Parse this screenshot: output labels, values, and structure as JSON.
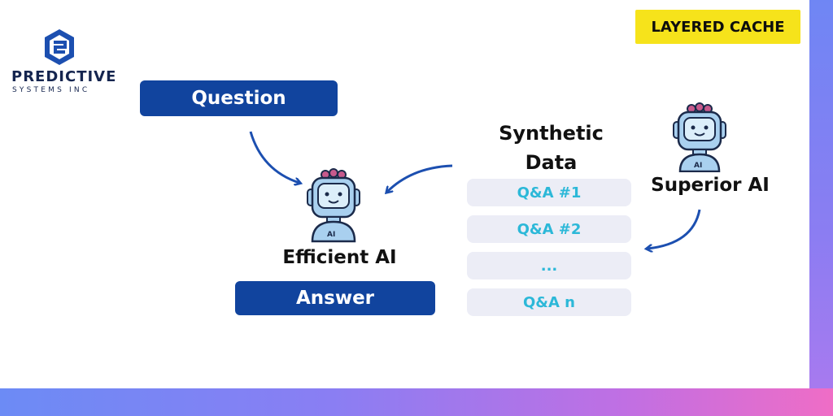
{
  "logo": {
    "name": "PREDICTIVE",
    "subtitle": "SYSTEMS INC"
  },
  "tag": {
    "label": "LAYERED CACHE"
  },
  "question": {
    "label": "Question"
  },
  "answer": {
    "label": "Answer"
  },
  "efficient_ai": {
    "label": "Efficient AI",
    "badge": "AI"
  },
  "superior_ai": {
    "label": "Superior AI",
    "badge": "AI"
  },
  "synthetic_data": {
    "title": "Synthetic Data",
    "items": [
      "Q&A #1",
      "Q&A #2",
      "...",
      "Q&A n"
    ]
  },
  "colors": {
    "button_blue": "#11449e",
    "tag_yellow": "#f6e31b",
    "qa_text": "#2cb8d8",
    "qa_bg": "#ecedf6",
    "robot_blue": "#a9d0ef",
    "robot_knobs": "#c75a8c",
    "gradient": [
      "#6c8bf5",
      "#c06fe3",
      "#ef6dc6"
    ]
  }
}
